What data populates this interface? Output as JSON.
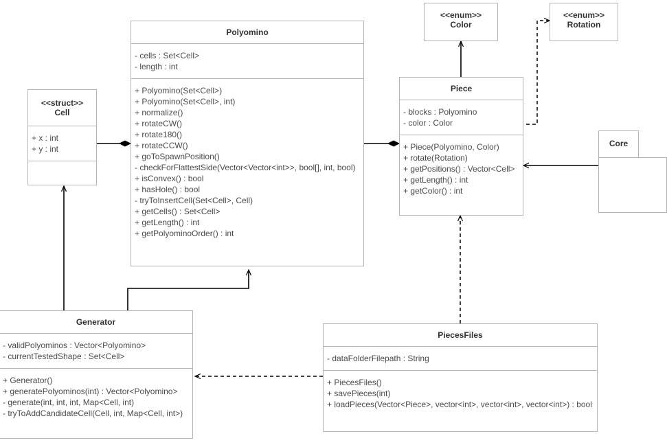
{
  "diagram": {
    "type": "uml-class-diagram",
    "background": "#ffffff",
    "border_color": "#b3b3b3",
    "line_color": "#000000",
    "text_color": "#4a4a4a",
    "title_color": "#303030"
  },
  "classes": {
    "cell": {
      "stereotype": "<<struct>>",
      "name": "Cell",
      "attributes": [
        "+ x : int",
        "+ y : int"
      ],
      "operations": []
    },
    "polyomino": {
      "stereotype": "",
      "name": "Polyomino",
      "attributes": [
        "- cells : Set<Cell>",
        "- length : int"
      ],
      "operations": [
        "+ Polyomino(Set<Cell>)",
        "+ Polyomino(Set<Cell>, int)",
        "+ normalize()",
        "+ rotateCW()",
        "+ rotate180()",
        "+ rotateCCW()",
        "+ goToSpawnPosition()",
        "- checkForFlattestSide(Vector<Vector<int>>, bool[], int, bool)",
        "+ isConvex() : bool",
        "+ hasHole() : bool",
        "- tryToInsertCell(Set<Cell>, Cell)",
        "+ getCells() : Set<Cell>",
        "+ getLength() : int",
        "+ getPolyominoOrder() : int"
      ]
    },
    "piece": {
      "stereotype": "",
      "name": "Piece",
      "attributes": [
        "- blocks : Polyomino",
        "- color : Color"
      ],
      "operations": [
        "+ Piece(Polyomino, Color)",
        "+ rotate(Rotation)",
        "+ getPositions() : Vector<Cell>",
        "+ getLength() : int",
        "+ getColor() : int"
      ]
    },
    "color": {
      "stereotype": "<<enum>>",
      "name": "Color",
      "attributes": [],
      "operations": []
    },
    "rotation": {
      "stereotype": "<<enum>>",
      "name": "Rotation",
      "attributes": [],
      "operations": []
    },
    "generator": {
      "stereotype": "",
      "name": "Generator",
      "attributes": [
        "- validPolyominos : Vector<Polyomino>",
        "- currentTestedShape : Set<Cell>"
      ],
      "operations": [
        "+ Generator()",
        "+ generatePolyominos(int) : Vector<Polyomino>",
        "- generate(int, int, int, Map<Cell, int)",
        "- tryToAddCandidateCell(Cell, int, Map<Cell, int>)"
      ]
    },
    "piecesfiles": {
      "stereotype": "",
      "name": "PiecesFiles",
      "attributes": [
        "- dataFolderFilepath : String"
      ],
      "operations": [
        "+ PiecesFiles()",
        "+ savePieces(int)",
        "+ loadPieces(Vector<Piece>, vector<int>, vector<int>, vector<int>) : bool"
      ]
    },
    "core": {
      "stereotype": "",
      "name": "Core",
      "attributes": [],
      "operations": []
    }
  },
  "relationships": [
    {
      "name": "cell-composed-in-polyomino",
      "from": "Cell",
      "to": "Polyomino",
      "style": "solid",
      "end": "filled-diamond"
    },
    {
      "name": "polyomino-composed-in-piece",
      "from": "Polyomino",
      "to": "Piece",
      "style": "solid",
      "end": "filled-diamond"
    },
    {
      "name": "piece-uses-color",
      "from": "Piece",
      "to": "Color",
      "style": "solid",
      "end": "open-arrow"
    },
    {
      "name": "piece-uses-rotation",
      "from": "Piece",
      "to": "Rotation",
      "style": "dashed",
      "end": "open-arrow"
    },
    {
      "name": "core-uses-piece",
      "from": "Core",
      "to": "Piece",
      "style": "solid",
      "end": "open-arrow"
    },
    {
      "name": "generator-uses-cell",
      "from": "Generator",
      "to": "Cell",
      "style": "solid",
      "end": "open-arrow"
    },
    {
      "name": "generator-uses-polyomino",
      "from": "Generator",
      "to": "Polyomino",
      "style": "solid",
      "end": "open-arrow"
    },
    {
      "name": "piecesfiles-uses-piece",
      "from": "PiecesFiles",
      "to": "Piece",
      "style": "dashed",
      "end": "open-arrow"
    },
    {
      "name": "piecesfiles-depends-generator",
      "from": "PiecesFiles",
      "to": "Generator",
      "style": "dashed",
      "end": "open-arrow"
    }
  ]
}
